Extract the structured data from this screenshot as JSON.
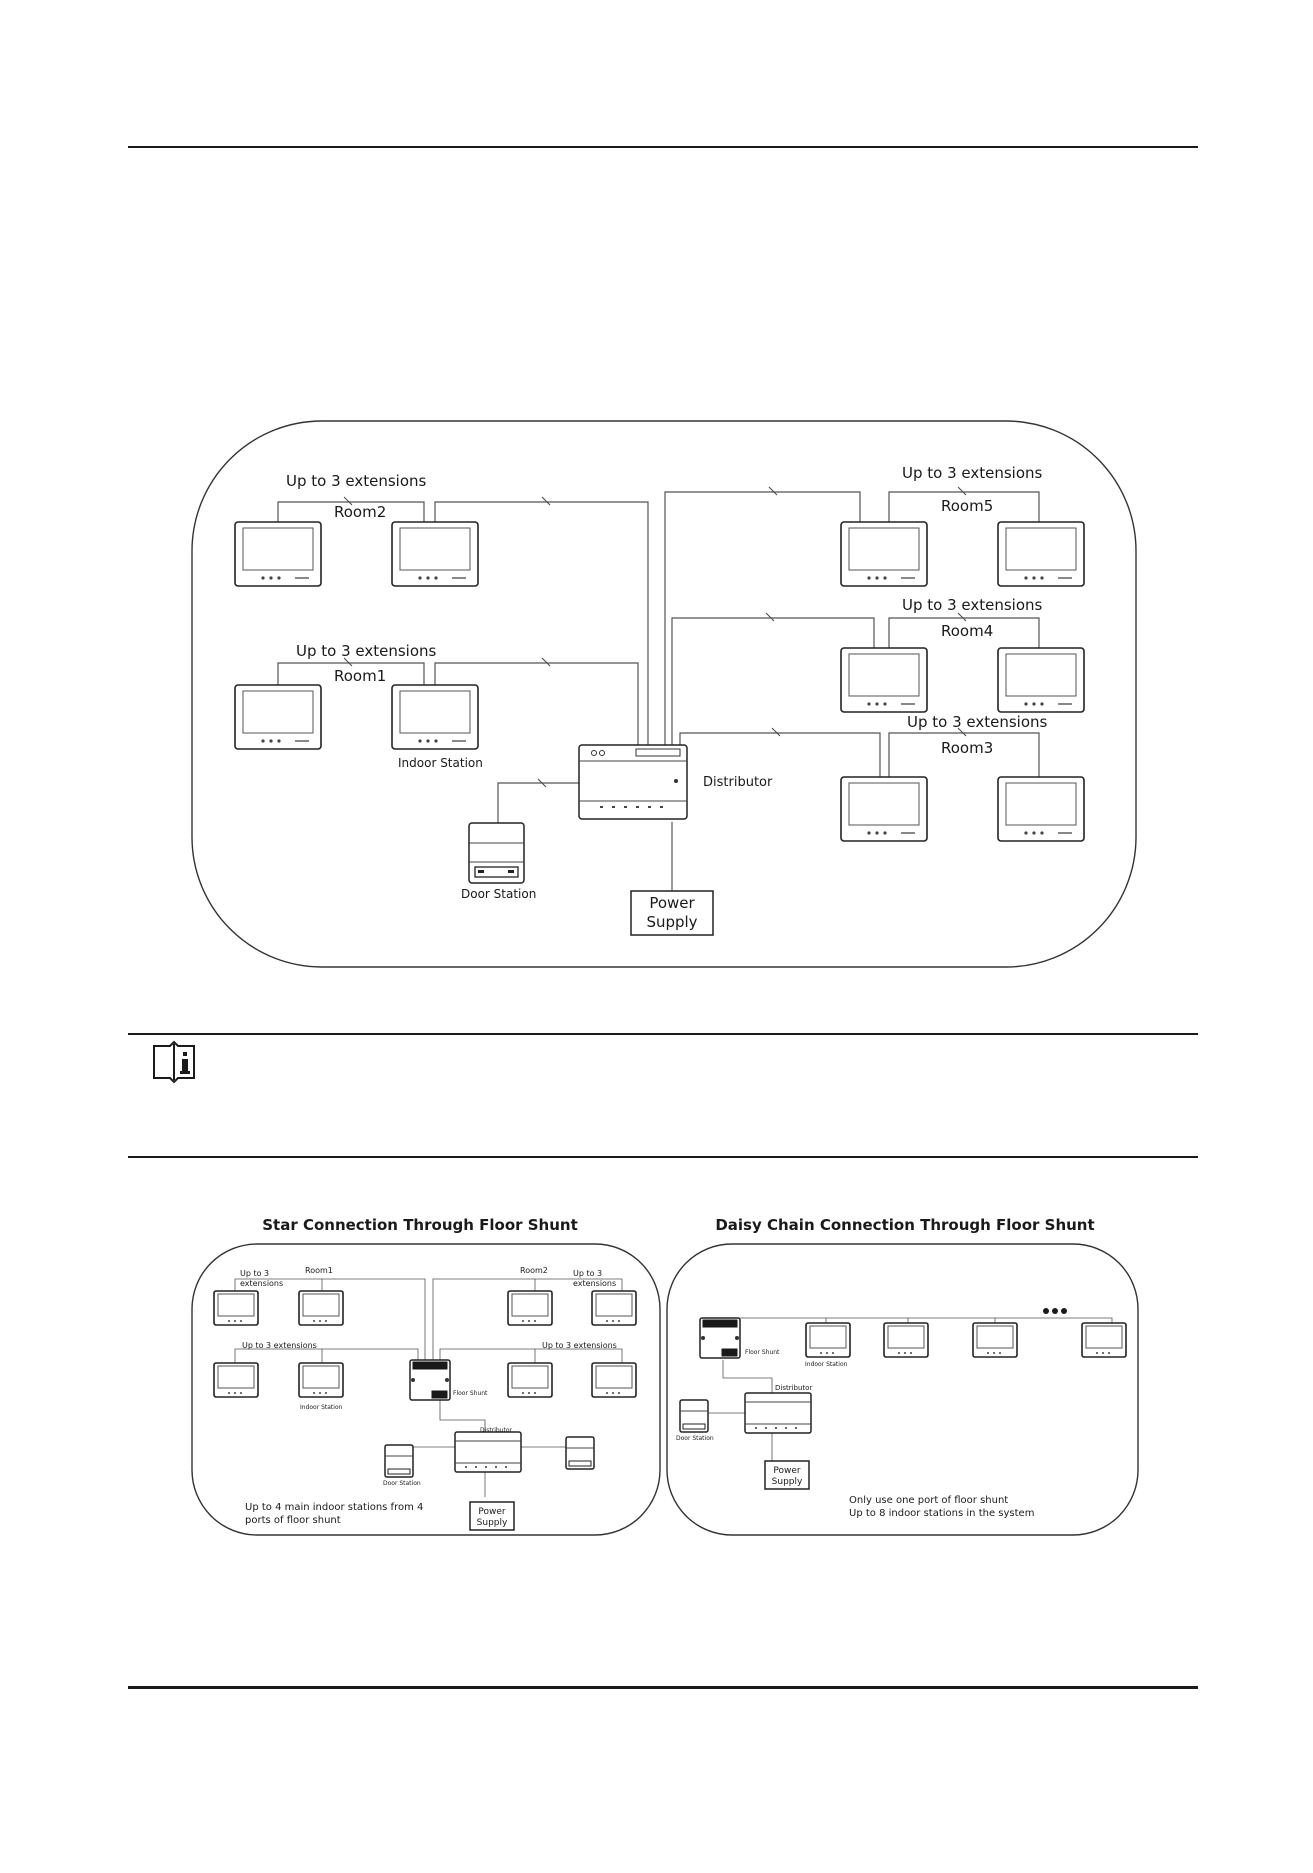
{
  "diagram_main": {
    "rooms": [
      {
        "name": "Room2",
        "extensions": "Up to 3 extensions"
      },
      {
        "name": "Room1",
        "extensions": "Up to 3 extensions"
      },
      {
        "name": "Room5",
        "extensions": "Up to 3 extensions"
      },
      {
        "name": "Room4",
        "extensions": "Up to 3 extensions"
      },
      {
        "name": "Room3",
        "extensions": "Up to 3 extensions"
      }
    ],
    "indoor_station": "Indoor Station",
    "distributor": "Distributor",
    "door_station": "Door Station",
    "power_supply": [
      "Power",
      "Supply"
    ]
  },
  "note_icon": "info-book-icon",
  "star": {
    "title": "Star Connection Through Floor Shunt",
    "up_to_3_extensions_split": [
      "Up to 3",
      "extensions"
    ],
    "room1": "Room1",
    "room2": "Room2",
    "up_to_3_extensions": "Up to 3 extensions",
    "indoor_station": "Indoor Station",
    "floor_shunt": "Floor Shunt",
    "distributor": "Distributor",
    "door_station": "Door Station",
    "power_supply": [
      "Power",
      "Supply"
    ],
    "caption": [
      "Up to 4 main indoor stations from 4",
      "ports of floor shunt"
    ]
  },
  "daisy": {
    "title": "Daisy Chain Connection Through Floor Shunt",
    "floor_shunt": "Floor Shunt",
    "indoor_station": "Indoor Station",
    "distributor": "Distributor",
    "door_station": "Door Station",
    "power_supply": [
      "Power",
      "Supply"
    ],
    "caption": [
      "Only use one port of floor shunt",
      "Up to 8 indoor stations in the system"
    ]
  }
}
